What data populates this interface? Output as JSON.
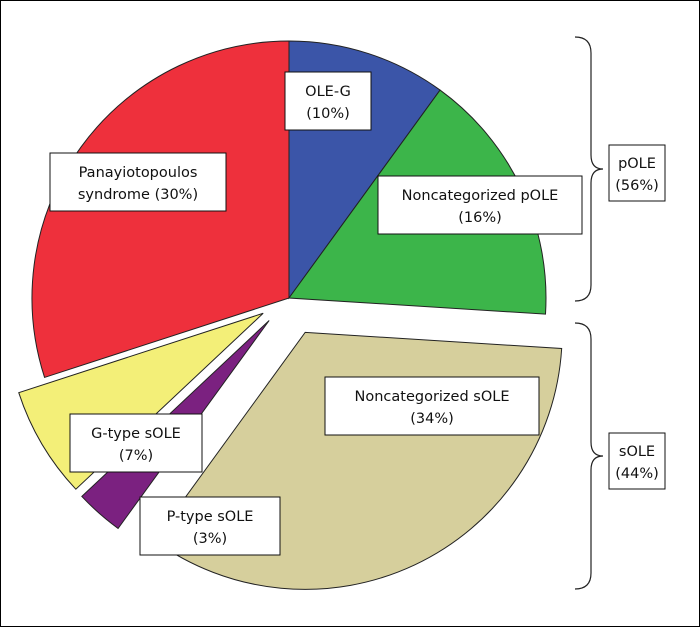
{
  "chart_data": {
    "type": "pie",
    "slices": [
      {
        "label_line1": "OLE-G",
        "label_line2": "(10%)",
        "value": 10,
        "color": "#3b55a8",
        "group": "pOLE"
      },
      {
        "label_line1": "Noncategorized pOLE",
        "label_line2": "(16%)",
        "value": 16,
        "color": "#3cb54a",
        "group": "pOLE"
      },
      {
        "label_line1": "Noncategorized sOLE",
        "label_line2": "(34%)",
        "value": 34,
        "color": "#d6cf9c",
        "group": "sOLE"
      },
      {
        "label_line1": "P-type sOLE",
        "label_line2": "(3%)",
        "value": 3,
        "color": "#7b2180",
        "group": "sOLE"
      },
      {
        "label_line1": "G-type sOLE",
        "label_line2": "(7%)",
        "value": 7,
        "color": "#f3ef78",
        "group": "sOLE"
      },
      {
        "label_line1": "Panayiotopoulos",
        "label_line2": "syndrome (30%)",
        "value": 30,
        "color": "#ee303c",
        "group": "pOLE"
      }
    ],
    "groups": [
      {
        "label_line1": "pOLE",
        "label_line2": "(56%)"
      },
      {
        "label_line1": "sOLE",
        "label_line2": "(44%)"
      }
    ]
  }
}
